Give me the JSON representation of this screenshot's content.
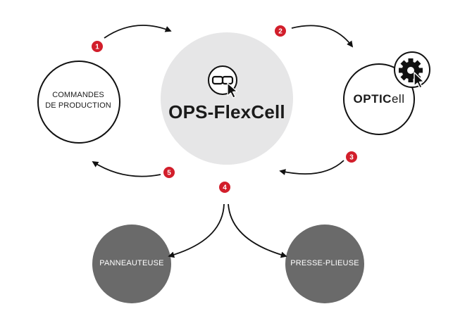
{
  "nodes": {
    "commandes": {
      "line1": "COMMANDES",
      "line2": "DE PRODUCTION"
    },
    "flexcell": {
      "title": "OPS-FlexCell"
    },
    "opticell": {
      "prefix": "OPTIC",
      "suffix": "ell"
    },
    "panneauteuse": {
      "label": "PANNEAUTEUSE"
    },
    "presse_plieuse": {
      "label": "PRESSE-PLIEUSE"
    }
  },
  "steps": [
    {
      "number": "1"
    },
    {
      "number": "2"
    },
    {
      "number": "3"
    },
    {
      "number": "4"
    },
    {
      "number": "5"
    }
  ],
  "colors": {
    "accent_red": "#d21e2b",
    "hub_fill": "#e6e6e7",
    "machine_fill": "#6a6a6a",
    "outline": "#111111",
    "text_white": "#ffffff"
  },
  "icons": {
    "flexcell_badge": "chain-link-cursor-icon",
    "opticell_badge": "gear-cursor-icon"
  }
}
